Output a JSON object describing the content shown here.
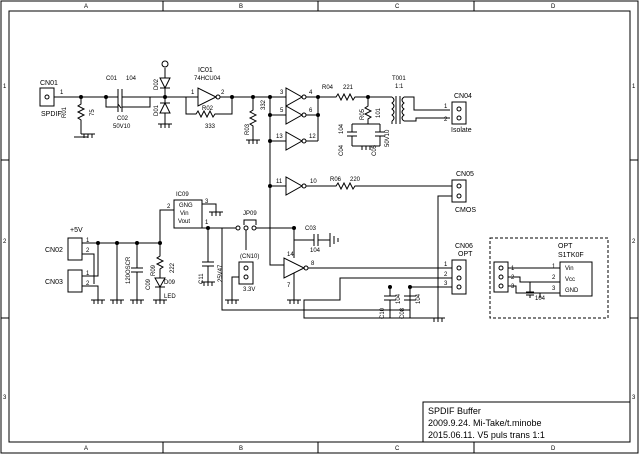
{
  "border": {
    "cols": [
      "A",
      "B",
      "C",
      "D"
    ],
    "rows": [
      "1",
      "2",
      "3"
    ]
  },
  "title_block": {
    "title": "SPDIF Buffer",
    "line1": "2009.9.24.  Mi-Take/t.minobe",
    "line2": "2015.06.11.  V5 puls trans 1:1"
  },
  "parts": {
    "cn01": "CN01",
    "cn01_pin": "1",
    "spdif": "SPDIF",
    "r01": "R01",
    "r01_val": "75",
    "c01": "C01",
    "c01_val": "104",
    "c02": "C02",
    "c02_val": "50V10",
    "d01": "D01",
    "d02": "D02",
    "ic01": "IC01",
    "ic01_val": "74HCU04",
    "r02": "R02",
    "r02_val": "333",
    "r03": "R03",
    "r03_val": "332",
    "r04": "R04",
    "r04_val": "221",
    "r05": "R05",
    "r05_val": "101",
    "c04": "C04",
    "c04_val": "104",
    "c05": "C05",
    "c05_val": "50V10",
    "t001": "T001",
    "t001_ratio": "1:1",
    "cn04": "CN04",
    "isolate": "Isolate",
    "r06": "R06",
    "r06_val": "220",
    "cn05": "CN05",
    "cmos": "CMOS",
    "ic09": "IC09",
    "ic09_l1": "GNG",
    "ic09_l2": "Vin",
    "ic09_l3": "Vout",
    "jp09": "JP09",
    "c03": "C03",
    "c03_val": "104",
    "cn10": "(CN10)",
    "cn10_val": "3.3V",
    "c11": "C11",
    "c11_val": "25V47",
    "c09": "C09",
    "c09_val": "120OSCR",
    "r09": "R09",
    "r09_val": "222",
    "d09": "D09",
    "d09_val": "LED",
    "cn02": "CN02",
    "vcc": "+5V",
    "cn03": "CN03",
    "cn06": "CN06",
    "opt": "OPT",
    "c10": "C10",
    "c10_val": "104",
    "c08": "C08",
    "c08_val": "104",
    "opt_box_title": "OPT",
    "opt_part": "S1TK0F",
    "opt_vin": "Vin",
    "opt_vcc": "Vcc",
    "opt_gnd": "GND"
  },
  "pins": {
    "g1_in": "3",
    "g1_out": "4",
    "g2_in": "5",
    "g2_out": "6",
    "g3_in": "13",
    "g3_out": "12",
    "g4_in": "11",
    "g4_out": "10",
    "g5_in": "1",
    "g5_out": "2",
    "vcc_pin": "14",
    "gnd_pin": "7",
    "g6_out": "8",
    "p1": "1",
    "p2": "2",
    "p3": "3"
  }
}
